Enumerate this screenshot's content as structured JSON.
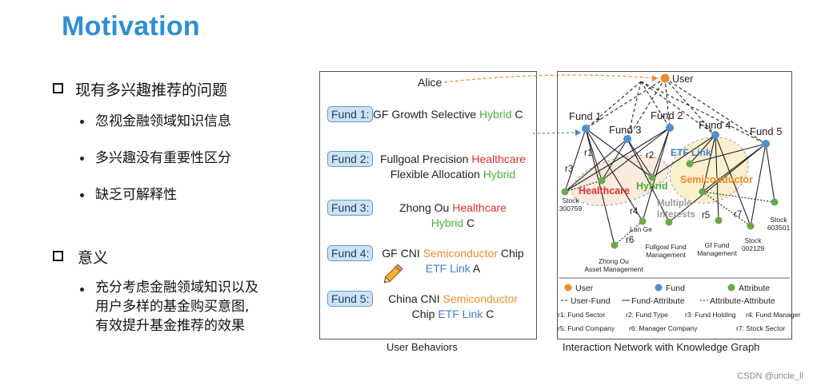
{
  "title": "Motivation",
  "left": {
    "h1": "现有多兴趣推荐的问题",
    "bullets1": [
      "忽视金融领域知识信息",
      "多兴趣没有重要性区分",
      "缺乏可解释性"
    ],
    "h2": "意义",
    "bullets2": [
      "充分考虑金融领域知识以及",
      "用户多样的基金购买意图,",
      "有效提升基金推荐的效果"
    ]
  },
  "behaviors": {
    "user": "Alice",
    "funds": [
      {
        "tag": "Fund 1:",
        "parts": [
          {
            "t": "GF Growth Selective ",
            "c": ""
          },
          {
            "t": "Hybrid",
            "c": "green"
          },
          {
            "t": " C",
            "c": ""
          }
        ],
        "line2": []
      },
      {
        "tag": "Fund 2:",
        "parts": [
          {
            "t": "Fullgoal Precision ",
            "c": ""
          },
          {
            "t": "Healthcare",
            "c": "red"
          }
        ],
        "line2": [
          {
            "t": "Flexible Allocation ",
            "c": ""
          },
          {
            "t": "Hybrid",
            "c": "green"
          }
        ]
      },
      {
        "tag": "Fund 3:",
        "parts": [
          {
            "t": "Zhong Ou ",
            "c": ""
          },
          {
            "t": "Healthcare",
            "c": "red"
          }
        ],
        "line2": [
          {
            "t": "Hybrid",
            "c": "green"
          },
          {
            "t": " C",
            "c": ""
          }
        ]
      },
      {
        "tag": "Fund 4:",
        "parts": [
          {
            "t": "GF CNI ",
            "c": ""
          },
          {
            "t": "Semiconductor",
            "c": "orange"
          },
          {
            "t": " Chip",
            "c": ""
          }
        ],
        "line2": [
          {
            "t": "ETF Link",
            "c": "blue"
          },
          {
            "t": " A",
            "c": ""
          }
        ]
      },
      {
        "tag": "Fund 5:",
        "parts": [
          {
            "t": "China CNI ",
            "c": ""
          },
          {
            "t": "Semiconductor",
            "c": "orange"
          }
        ],
        "line2": [
          {
            "t": "Chip ",
            "c": ""
          },
          {
            "t": "ETF Link",
            "c": "blue"
          },
          {
            "t": " C",
            "c": ""
          }
        ]
      }
    ],
    "caption": "User Behaviors"
  },
  "network": {
    "user_label": "User",
    "fund_labels": [
      "Fund 1",
      "Fund 3",
      "Fund 2",
      "Fund 4",
      "Fund 5"
    ],
    "cluster_labels": {
      "healthcare": "Healthcare",
      "hybrid": "Hybrid",
      "etf": "ETF Link",
      "semi": "Semiconductor",
      "multiple": "Multiple\nInterests"
    },
    "attr_labels": {
      "stock300759": "Stock\n300759",
      "lange": "Lan Ge",
      "zhongou": "Zhong Ou\nAsset Management",
      "fullgoal": "Fullgoal Fund\nManagement",
      "gf": "Gf Fund\nManagement",
      "stock002129": "Stock\n002129",
      "stock603501": "Stock\n603501"
    },
    "rel_labels": [
      "r1",
      "r2",
      "r3",
      "r4",
      "r5",
      "r6",
      "r7"
    ],
    "legend": {
      "nodes": [
        "User",
        "Fund",
        "Attribute"
      ],
      "edges": [
        "User-Fund",
        "Fund-Attribute",
        "Attribute-Attribute"
      ],
      "rels": [
        "r1: Fund Sector",
        "r2: Fund Type",
        "r3: Fund Holding",
        "r4: Fund Manager",
        "r5: Fund Company",
        "r6: Manager Company",
        "r7: Stock Sector"
      ]
    },
    "caption": "Interaction Network with Knowledge Graph",
    "colors": {
      "user": "#f08c2c",
      "fund": "#4f8fd0",
      "attr": "#6aa84f"
    }
  },
  "watermark": "CSDN @uncle_ll"
}
